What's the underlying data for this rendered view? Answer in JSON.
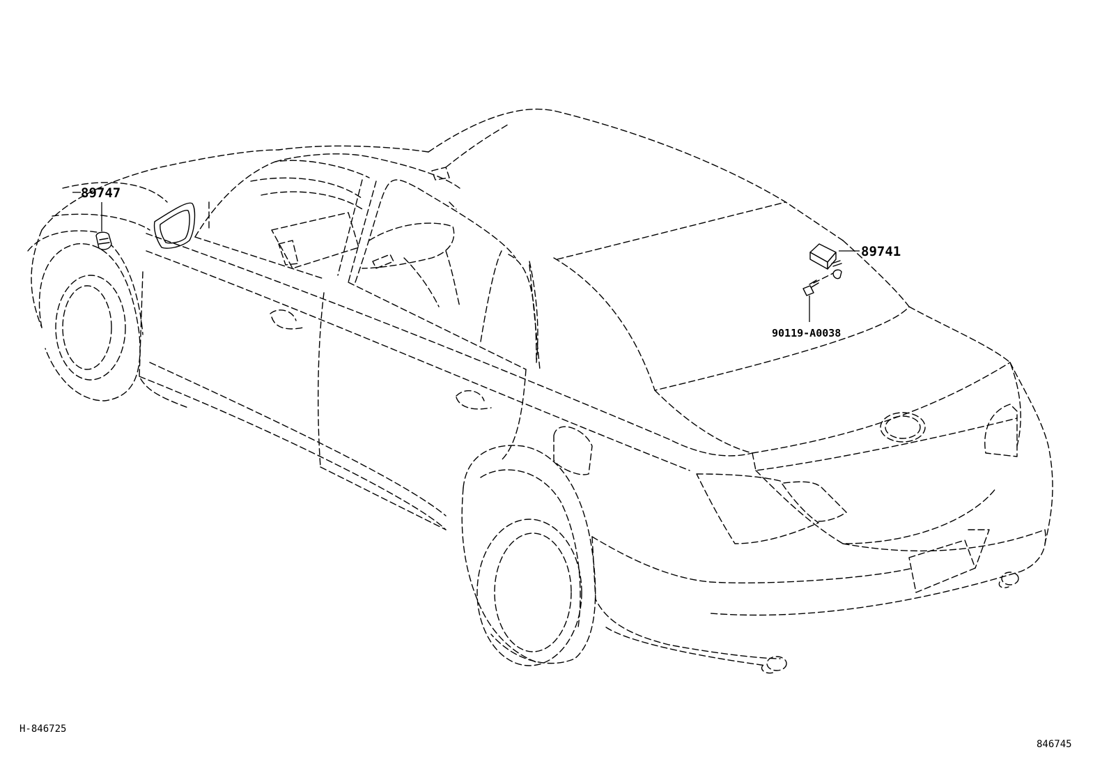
{
  "diagram": {
    "parts": [
      {
        "number": "89747",
        "icon": "sensor-icon"
      },
      {
        "number": "89741",
        "icon": "control-unit-icon"
      },
      {
        "number": "90119-A0038",
        "icon": "bolt-icon"
      }
    ],
    "ref_left": "H-846725",
    "ref_right": "846745"
  }
}
